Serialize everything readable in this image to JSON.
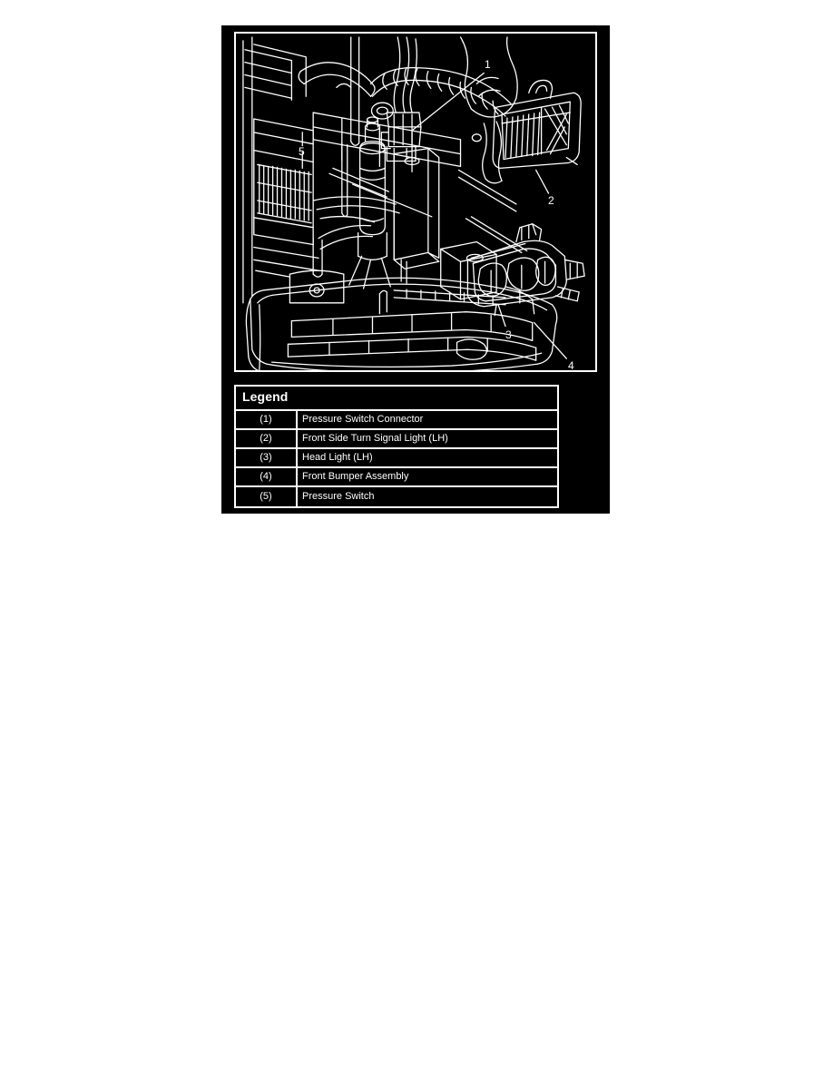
{
  "document": {
    "background_color": "#ffffff",
    "panel_color": "#000000",
    "line_color": "#ffffff"
  },
  "figure": {
    "name": "front-end-component-location-diagram",
    "callouts": [
      {
        "id": "1",
        "label": "1",
        "target": "Pressure Switch Connector"
      },
      {
        "id": "2",
        "label": "2",
        "target": "Front Side Turn Signal Light (LH)"
      },
      {
        "id": "3",
        "label": "3",
        "target": "Head Light (LH)"
      },
      {
        "id": "4",
        "label": "4",
        "target": "Front Bumper Assembly"
      },
      {
        "id": "5",
        "label": "5",
        "target": "Pressure Switch"
      }
    ],
    "parts": [
      {
        "name": "radiator-core",
        "description": "Radiator core with vertical fins at left"
      },
      {
        "name": "receiver-drier",
        "description": "Receiver drier canister at center"
      },
      {
        "name": "mounting-bracket",
        "description": "Sheet metal mounting bracket"
      },
      {
        "name": "upper-hose",
        "description": "Corrugated upper radiator hose"
      },
      {
        "name": "pressure-switch-connector",
        "description": "Electrical connector on receiver drier"
      },
      {
        "name": "turn-signal-light",
        "description": "Front side turn signal light lens, left hand"
      },
      {
        "name": "head-light",
        "description": "Head light assembly, left hand"
      },
      {
        "name": "front-bumper",
        "description": "Front bumper assembly with grille openings"
      }
    ]
  },
  "legend": {
    "title": "Legend",
    "rows": [
      {
        "num": "(1)",
        "desc": "Pressure Switch Connector"
      },
      {
        "num": "(2)",
        "desc": "Front Side Turn Signal Light (LH)"
      },
      {
        "num": "(3)",
        "desc": "Head Light (LH)"
      },
      {
        "num": "(4)",
        "desc": "Front Bumper Assembly"
      },
      {
        "num": "(5)",
        "desc": "Pressure Switch"
      }
    ]
  }
}
